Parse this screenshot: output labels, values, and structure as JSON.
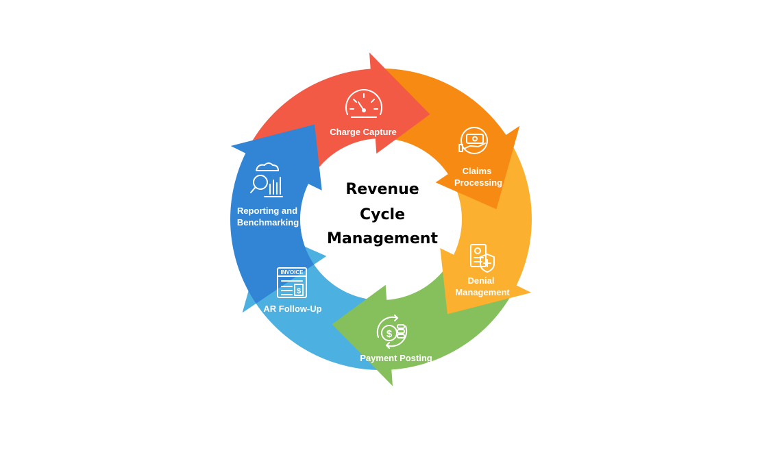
{
  "diagram": {
    "center": {
      "line1": "Revenue",
      "line2": "Cycle",
      "line3": "Management"
    },
    "stages": [
      {
        "label_line1": "Charge Capture",
        "label_line2": "",
        "icon": "speedometer-icon",
        "color": "#f25a45"
      },
      {
        "label_line1": "Claims",
        "label_line2": "Processing",
        "icon": "cash-hand-icon",
        "color": "#f78a12"
      },
      {
        "label_line1": "Denial",
        "label_line2": "Management",
        "icon": "document-shield-icon",
        "color": "#fbb030"
      },
      {
        "label_line1": "Payment Posting",
        "label_line2": "",
        "icon": "dollar-coins-icon",
        "color": "#86c05c"
      },
      {
        "label_line1": "AR Follow-Up",
        "label_line2": "",
        "icon": "invoice-icon",
        "color": "#4cb0e0"
      },
      {
        "label_line1": "Reporting and",
        "label_line2": "Benchmarking",
        "icon": "magnifier-chart-icon",
        "color": "#3185d4"
      }
    ],
    "icon_text": {
      "invoice": "INVOICE",
      "dollar": "$"
    }
  }
}
